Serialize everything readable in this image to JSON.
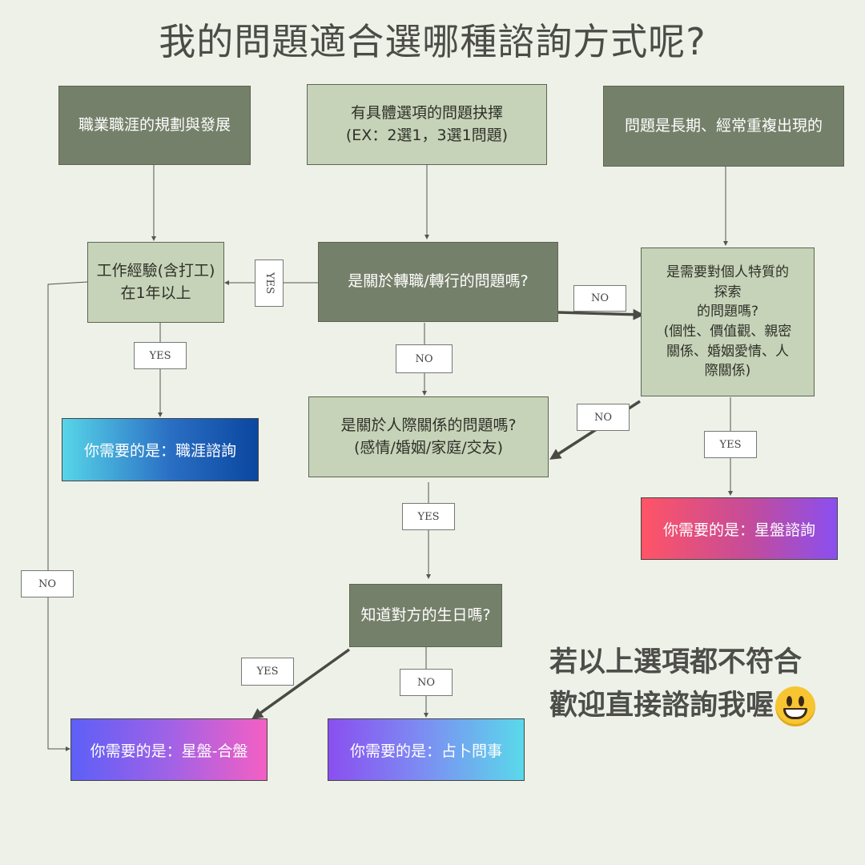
{
  "title": "我的問題適合選哪種諮詢方式呢?",
  "nodes": {
    "career_planning": "職業職涯的規劃與發展",
    "specific_choice": "有具體選項的問題抉擇\n(EX：2選1，3選1問題)",
    "long_term": "問題是長期、經常重複出現的",
    "work_exp": "工作經驗(含打工)\n在1年以上",
    "job_change": "是關於轉職/轉行的問題嗎?",
    "personal_traits": "是需要對個人特質的\n探索\n的問題嗎?\n(個性、價值觀、親密\n關係、婚姻愛情、人\n際關係)",
    "relationships": "是關於人際關係的問題嗎?\n(感情/婚姻/家庭/交友)",
    "birthday": "知道對方的生日嗎?"
  },
  "results": {
    "career": "你需要的是：職涯諮詢",
    "astrology": "你需要的是：星盤諮詢",
    "synastry": "你需要的是：星盤-合盤",
    "divination": "你需要的是：占卜問事"
  },
  "tags": {
    "yes": "YES",
    "no": "NO"
  },
  "footer": {
    "line1": "若以上選項都不符合",
    "line2": "歡迎直接諮詢我喔"
  },
  "colors": {
    "background": "#eef1e8",
    "dark_node": "#75806a",
    "light_node": "#c6d3b8",
    "arrow": "#555555"
  }
}
